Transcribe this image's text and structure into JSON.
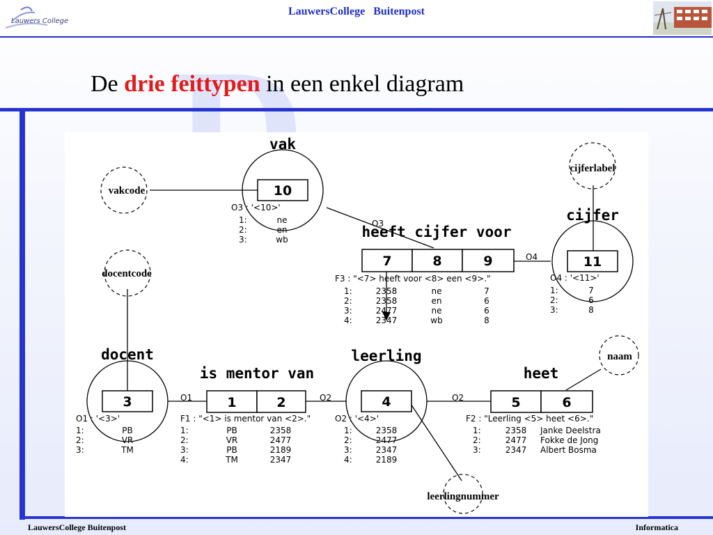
{
  "header": {
    "title": "LauwersCollege   Buitenpost",
    "logo_text": "Lauwers College"
  },
  "slide": {
    "title_prefix": "De ",
    "title_highlight": "drie feittypen",
    "title_suffix": " in een enkel diagram",
    "background_letter": "D"
  },
  "footer": {
    "left": "LauwersCollege Buitenpost",
    "right": "Informatica"
  },
  "colors": {
    "accent": "#2733d0",
    "highlight": "#e01b1b",
    "header_text": "#1f2fc7"
  },
  "diagram": {
    "entities": {
      "vak": "vak",
      "cijfer": "cijfer",
      "docent": "docent",
      "leerling": "leerling"
    },
    "facts": {
      "f3_name": "heeft cijfer voor",
      "f1_name": "is mentor van",
      "f2_name": "heet"
    },
    "labels": {
      "vakcode": "vakcode",
      "cijferlabel": "cijferlabel",
      "docentcode": "docentcode",
      "naam": "naam",
      "leerlingnummer": "leerlingnummer"
    },
    "roles": {
      "vak": "10",
      "cijfer": "11",
      "docent": "3",
      "leerling": "4",
      "f3_a": "7",
      "f3_b": "8",
      "f3_c": "9",
      "f1_a": "1",
      "f1_b": "2",
      "f2_a": "5",
      "f2_b": "6"
    },
    "connectors": {
      "o3": "O3",
      "o4": "O4",
      "o1": "O1",
      "o2a": "O2",
      "o2b": "O2"
    },
    "expressions": {
      "o3": "O3 : '<10>'",
      "o4": "O4 : '<11>'",
      "o1": "O1 : '<3>'",
      "o2": "O2 : '<4>'",
      "f3": "F3 : \"<7> heeft voor <8> een <9>.\"",
      "f1": "F1 : \"<1> is mentor van <2>.\"",
      "f2": "F2 : \"Leerling <5> heet <6>.\""
    },
    "populations": {
      "vak": [
        [
          "1:",
          "ne"
        ],
        [
          "2:",
          "en"
        ],
        [
          "3:",
          "wb"
        ]
      ],
      "cijfer": [
        [
          "1:",
          "7"
        ],
        [
          "2:",
          "6"
        ],
        [
          "3:",
          "8"
        ]
      ],
      "f3": [
        [
          "1:",
          "2358",
          "ne",
          "7"
        ],
        [
          "2:",
          "2358",
          "en",
          "6"
        ],
        [
          "3:",
          "2477",
          "ne",
          "6"
        ],
        [
          "4:",
          "2347",
          "wb",
          "8"
        ]
      ],
      "docent": [
        [
          "1:",
          "PB"
        ],
        [
          "2:",
          "VR"
        ],
        [
          "3:",
          "TM"
        ]
      ],
      "f1": [
        [
          "1:",
          "PB",
          "2358"
        ],
        [
          "2:",
          "VR",
          "2477"
        ],
        [
          "3:",
          "PB",
          "2189"
        ],
        [
          "4:",
          "TM",
          "2347"
        ]
      ],
      "leerling": [
        [
          "1:",
          "2358"
        ],
        [
          "2:",
          "2477"
        ],
        [
          "3:",
          "2347"
        ],
        [
          "4:",
          "2189"
        ]
      ],
      "f2": [
        [
          "1:",
          "2358",
          "Janke Deelstra"
        ],
        [
          "2:",
          "2477",
          "Fokke de Jong"
        ],
        [
          "3:",
          "2347",
          "Albert Bosma"
        ]
      ]
    }
  }
}
